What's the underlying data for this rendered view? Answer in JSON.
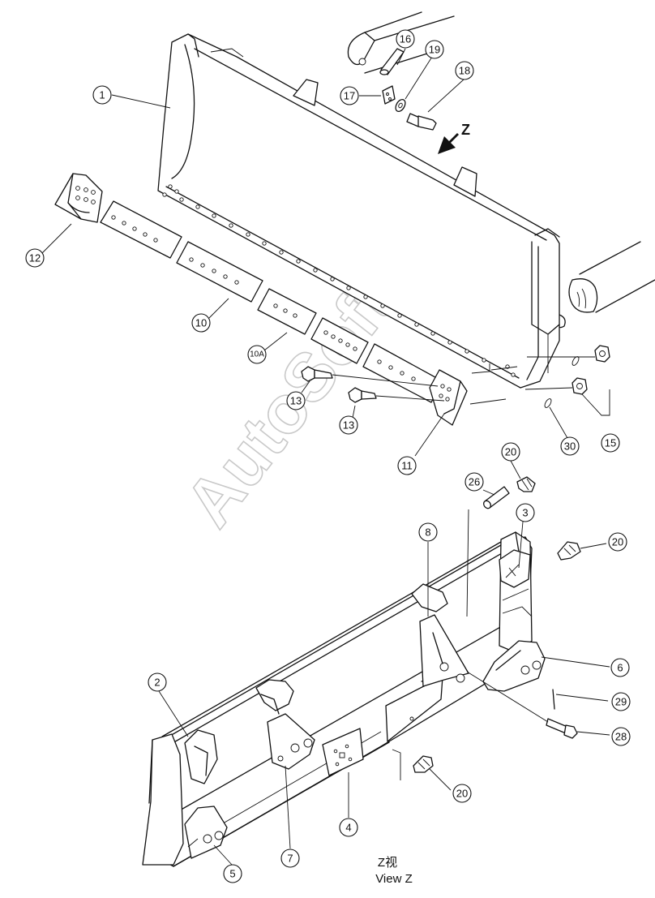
{
  "view": {
    "label_cn": "Z视",
    "label_en": "View Z",
    "arrow_letter": "Z"
  },
  "watermark": "AutoSoft",
  "callouts": {
    "c1": "1",
    "c2": "2",
    "c3": "3",
    "c4": "4",
    "c5": "5",
    "c6": "6",
    "c7": "7",
    "c8": "8",
    "c10": "10",
    "c10a": "10A",
    "c11": "11",
    "c12": "12",
    "c13a": "13",
    "c13b": "13",
    "c15": "15",
    "c16": "16",
    "c17": "17",
    "c18": "18",
    "c19": "19",
    "c20a": "20",
    "c20b": "20",
    "c20c": "20",
    "c26": "26",
    "c28": "28",
    "c29": "29",
    "c30": "30"
  }
}
